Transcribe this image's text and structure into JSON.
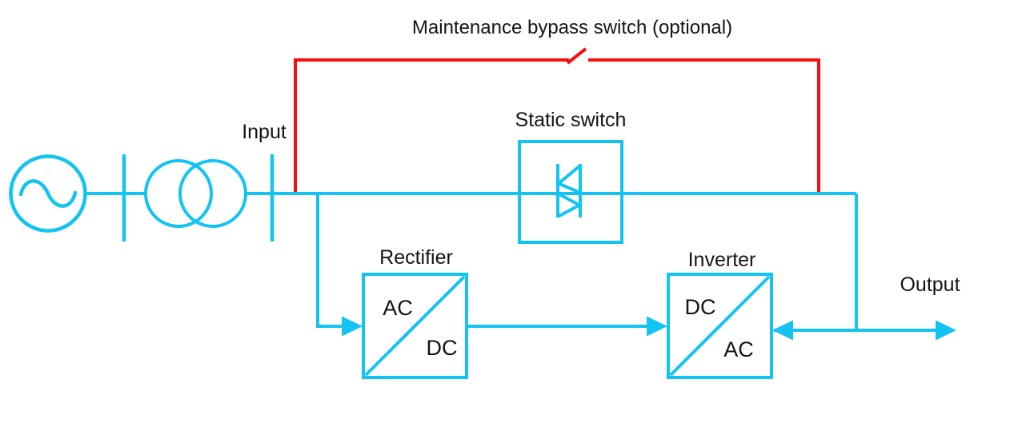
{
  "title": "Maintenance bypass switch (optional)",
  "labels": {
    "input": "Input",
    "static_switch": "Static switch",
    "rectifier": "Rectifier",
    "inverter": "Inverter",
    "output": "Output"
  },
  "rectifier_block": {
    "top_left": "AC",
    "bottom_right": "DC"
  },
  "inverter_block": {
    "top_left": "DC",
    "bottom_right": "AC"
  },
  "icons": {
    "ac_source": "ac-source-symbol",
    "transformer": "transformer-symbol",
    "isolators": "isolator-bar-symbol",
    "static_switch": "triac-symbol",
    "bypass_switch": "open-switch-blade-symbol",
    "flow": "flow-arrow"
  },
  "colors": {
    "line": "#12c3f4",
    "bypass": "#f70e0e",
    "text": "#141414",
    "background": "#ffffff"
  }
}
